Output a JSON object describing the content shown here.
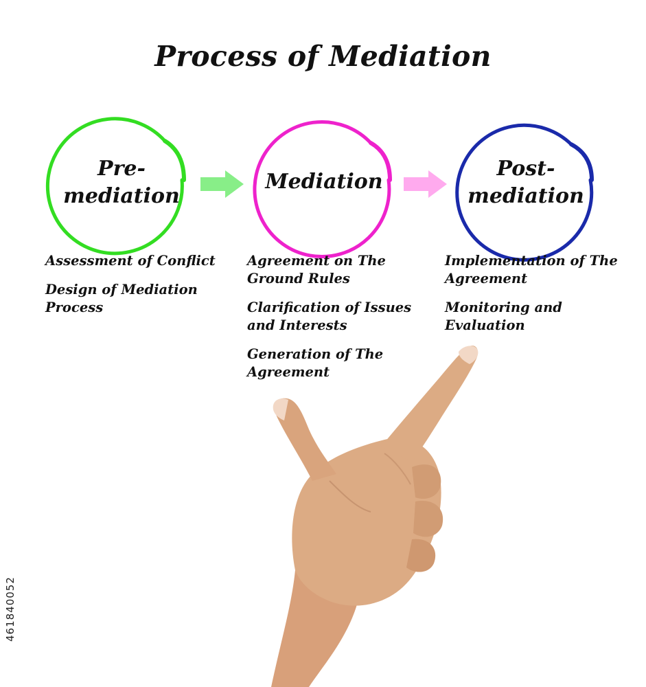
{
  "title": "Process of Mediation",
  "stages": [
    {
      "label": "Pre-\nmediation",
      "color": "#33dd22",
      "items": [
        "Assessment of Conflict",
        "Design of Mediation\nProcess"
      ]
    },
    {
      "label": "Mediation",
      "color": "#ee22cc",
      "items": [
        "Agreement on The\nGround Rules",
        "Clarification of Issues\nand Interests",
        "Generation of The\nAgreement"
      ]
    },
    {
      "label": "Post-\nmediation",
      "color": "#1a2aaa",
      "items": [
        "Implementation of The\nAgreement",
        "Monitoring and\nEvaluation"
      ]
    }
  ],
  "arrows": [
    {
      "color": "#88ee88"
    },
    {
      "color": "#ffaaee"
    }
  ],
  "stock_id": "461840052"
}
